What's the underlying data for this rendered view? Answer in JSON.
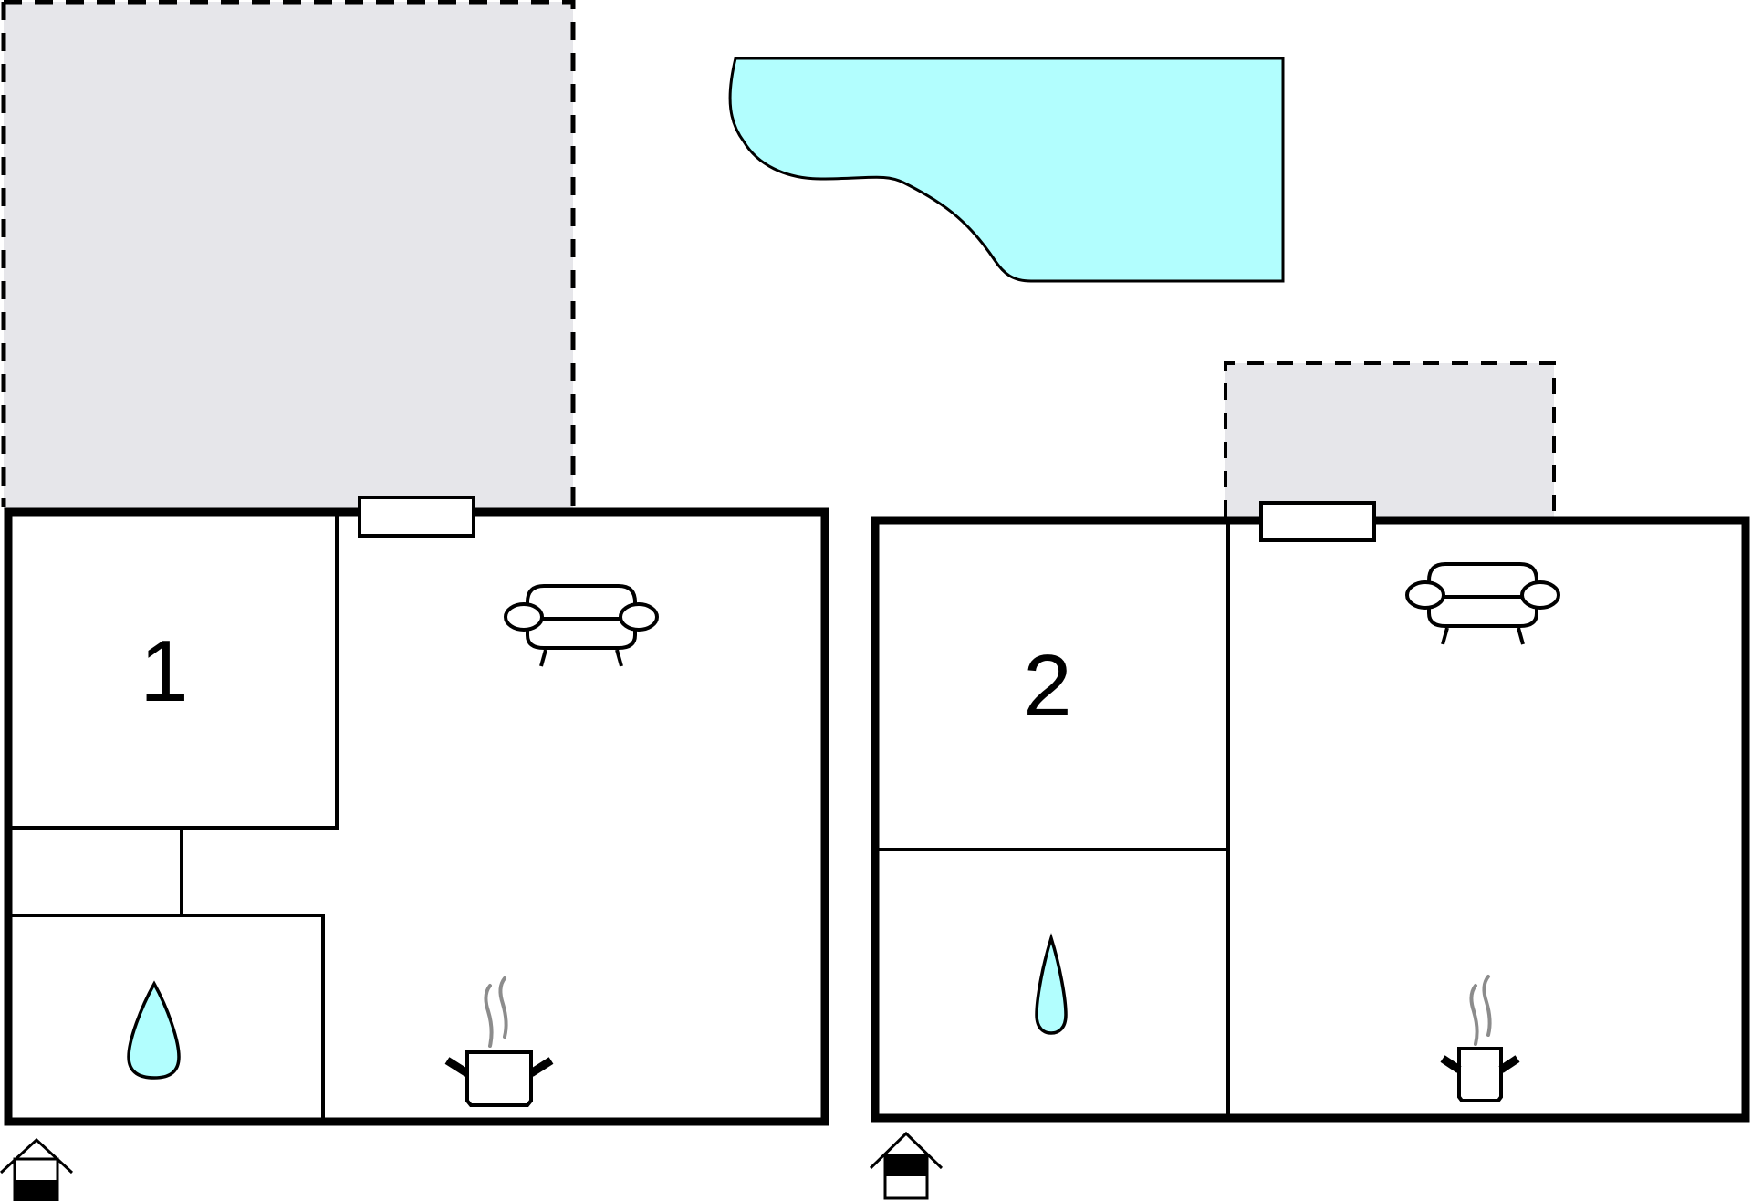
{
  "colors": {
    "wall": "#000000",
    "terrace_fill": "#e6e6ea",
    "water_fill": "#b2fefe",
    "steam": "#8c8c8c",
    "background": "#ffffff"
  },
  "units": [
    {
      "id": "unit-1",
      "room_label": "1",
      "icons": [
        "sofa-icon",
        "kitchen-pot-icon",
        "water-drop-icon",
        "entrance-icon"
      ],
      "rooms": [
        "bedroom",
        "hallway",
        "storage",
        "bathroom",
        "living-kitchen"
      ],
      "terrace": "covered-terrace-large"
    },
    {
      "id": "unit-2",
      "room_label": "2",
      "icons": [
        "sofa-icon",
        "kitchen-pot-icon",
        "water-drop-icon",
        "entrance-icon"
      ],
      "rooms": [
        "bedroom",
        "bathroom",
        "living-kitchen"
      ],
      "terrace": "covered-terrace-small"
    }
  ],
  "features": {
    "pool": "swimming-pool"
  }
}
